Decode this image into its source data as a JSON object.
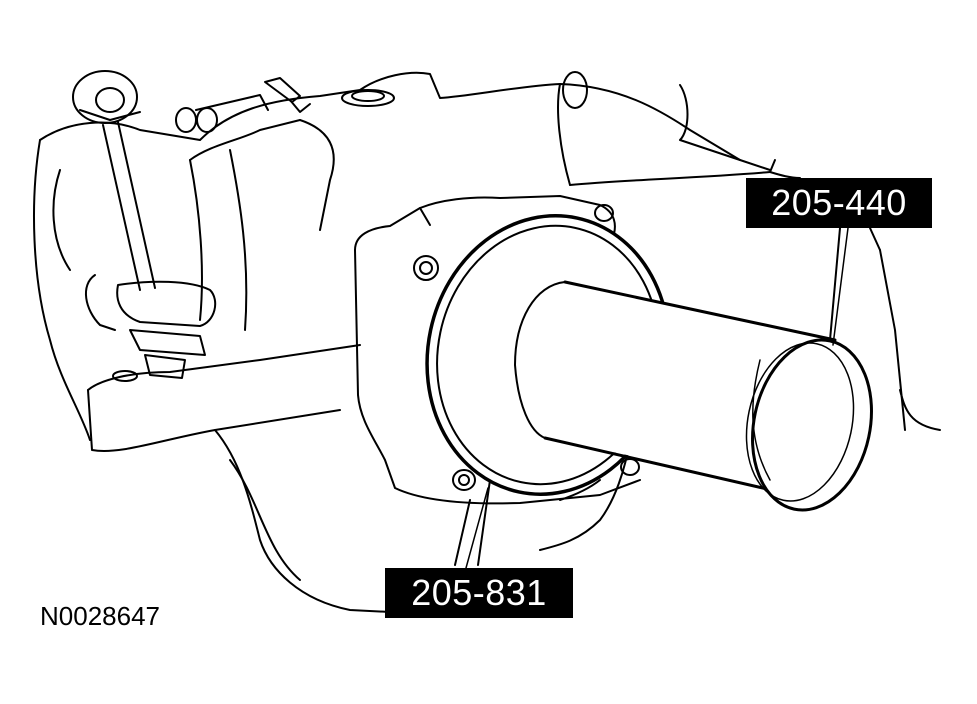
{
  "figure": {
    "callouts": [
      {
        "label": "205-440",
        "target": "seal installer tool"
      },
      {
        "label": "205-831",
        "target": "adapter ring"
      }
    ],
    "figure_id": "N0028647",
    "stroke_color": "#000000",
    "fill_color": "#ffffff"
  }
}
